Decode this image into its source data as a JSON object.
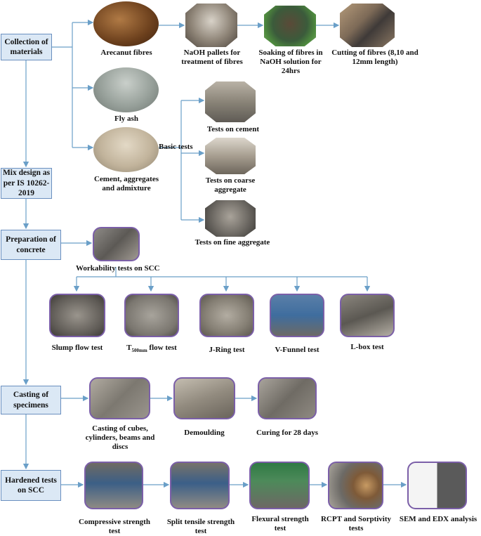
{
  "stages": {
    "collection": "Collection of materials",
    "mix_design": "Mix design as per IS 10262-2019",
    "preparation": "Preparation of concrete",
    "casting": "Casting of specimens",
    "hardened": "Hardened tests on SCC"
  },
  "materials": {
    "arecanut": "Arecanut fibres",
    "naoh_pellets": "NaOH pallets for treatment of fibres",
    "soaking": "Soaking of fibres in NaOH solution for 24hrs",
    "cutting": "Cutting of fibres (8,10 and 12mm length)",
    "fly_ash": "Fly ash",
    "cement_agg": "Cement, aggregates and admixture",
    "basic_tests": "Basic tests",
    "tests_cement": "Tests on cement",
    "tests_coarse": "Tests on coarse aggregate",
    "tests_fine": "Tests on fine aggregate"
  },
  "workability": {
    "title": "Workability tests on SCC",
    "slump": "Slump flow test",
    "t500_prefix": "T",
    "t500_sub": "500mm",
    "t500_suffix": " flow test",
    "jring": "J-Ring test",
    "vfunnel": "V-Funnel  test",
    "lbox": "L-box test"
  },
  "casting": {
    "cast": "Casting of cubes, cylinders, beams and discs",
    "demould": "Demoulding",
    "curing": "Curing for 28 days"
  },
  "hardened": {
    "compressive": "Compressive strength test",
    "split": "Split tensile strength test",
    "flexural": "Flexural strength test",
    "rcpt": "RCPT and Sorptivity tests",
    "sem": "SEM and EDX analysis"
  },
  "colors": {
    "box_fill": "#dbe8f5",
    "box_border": "#6a8fbf",
    "arrow": "#6a9fc8",
    "photo_border": "#7b5fa8"
  }
}
